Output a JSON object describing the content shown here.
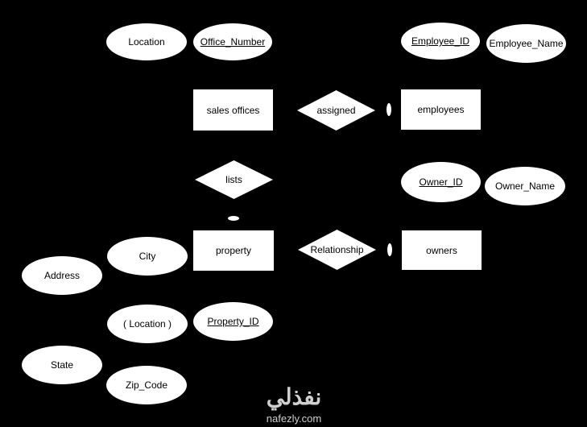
{
  "attributes": {
    "location": "Location",
    "office_number": "Office_Number",
    "employee_id": "Employee_ID",
    "employee_name": "Employee_Name",
    "owner_id": "Owner_ID",
    "owner_name": "Owner_Name",
    "city": "City",
    "address": "Address",
    "location_paren": "( Location )",
    "property_id": "Property_ID",
    "state": "State",
    "zip_code": "Zip_Code"
  },
  "entities": {
    "sales_offices": "sales offices",
    "employees": "employees",
    "property": "property",
    "owners": "owners"
  },
  "relationships": {
    "assigned": "assigned",
    "lists": "lists",
    "relationship": "Relationship"
  },
  "watermark": {
    "arabic": "نفذلي",
    "latin": "nafezly.com"
  }
}
